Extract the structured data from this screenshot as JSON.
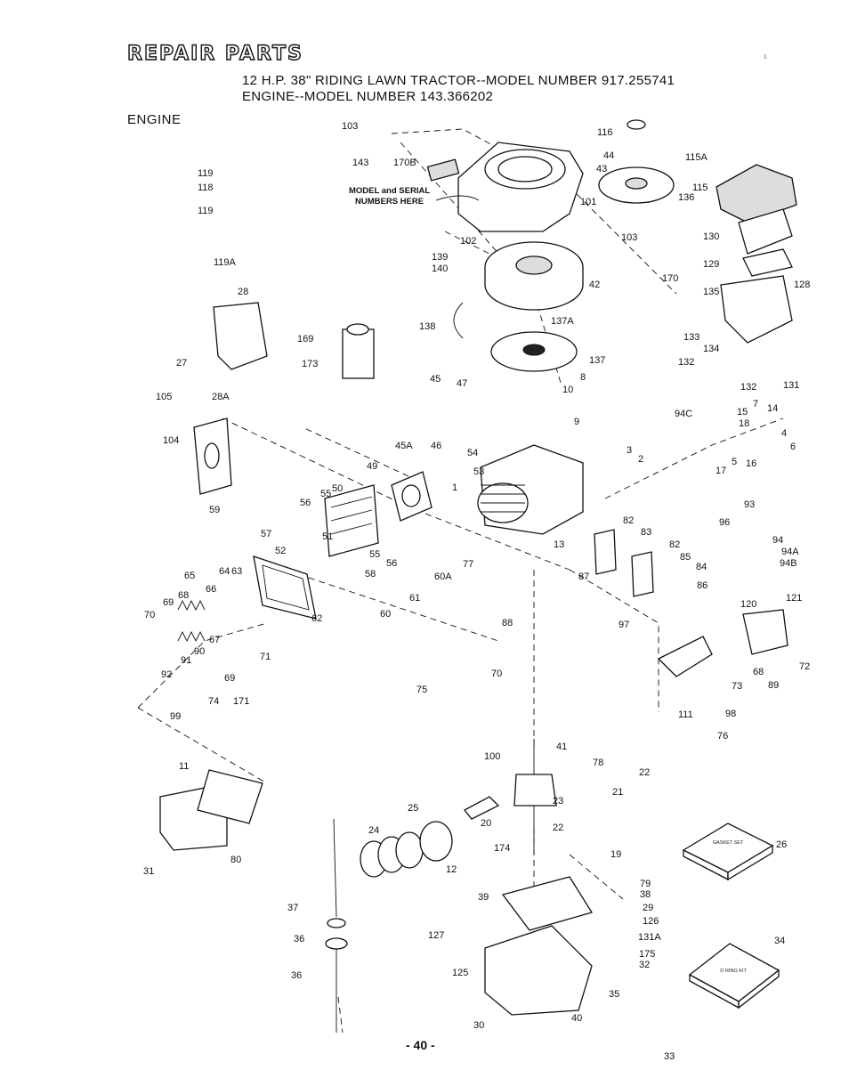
{
  "heading": "REPAIR PARTS",
  "title_line1": "12 H.P. 38\" RIDING LAWN TRACTOR--MODEL NUMBER 917.255741",
  "title_line2": "ENGINE--MODEL NUMBER 143.366202",
  "section": "ENGINE",
  "page_number": "- 40 -",
  "note_line1": "MODEL and SERIAL",
  "note_line2": "NUMBERS HERE",
  "gasket_kit": "GASKET SET",
  "oring_kit": "O RING KIT",
  "corner_mark": "ɩ",
  "part_labels": [
    "103",
    "116",
    "143",
    "170B",
    "44",
    "115A",
    "43",
    "119",
    "118",
    "119",
    "101",
    "115",
    "136",
    "102",
    "103",
    "130",
    "119A",
    "139",
    "140",
    "129",
    "42",
    "170",
    "128",
    "28",
    "135",
    "138",
    "137A",
    "133",
    "169",
    "134",
    "27",
    "173",
    "137",
    "132",
    "8",
    "132",
    "131",
    "45",
    "47",
    "10",
    "105",
    "28A",
    "9",
    "94C",
    "7",
    "15",
    "14",
    "18",
    "4",
    "6",
    "104",
    "45A",
    "46",
    "54",
    "3",
    "2",
    "53",
    "5",
    "16",
    "17",
    "49",
    "1",
    "50",
    "93",
    "55",
    "56",
    "59",
    "96",
    "57",
    "51",
    "82",
    "83",
    "94",
    "52",
    "55",
    "56",
    "13",
    "94A",
    "82",
    "94B",
    "85",
    "65",
    "64",
    "63",
    "84",
    "87",
    "58",
    "60A",
    "77",
    "86",
    "66",
    "121",
    "68",
    "61",
    "120",
    "69",
    "60",
    "70",
    "67",
    "62",
    "97",
    "88",
    "71",
    "72",
    "90",
    "68",
    "91",
    "69",
    "73",
    "92",
    "70",
    "89",
    "171",
    "74",
    "75",
    "111",
    "98",
    "99",
    "76",
    "100",
    "41",
    "11",
    "78",
    "22",
    "25",
    "23",
    "21",
    "24",
    "20",
    "22",
    "26",
    "174",
    "12",
    "19",
    "31",
    "80",
    "79",
    "38",
    "39",
    "29",
    "37",
    "126",
    "36",
    "127",
    "131A",
    "34",
    "175",
    "36",
    "125",
    "32",
    "35",
    "30",
    "40",
    "33"
  ]
}
